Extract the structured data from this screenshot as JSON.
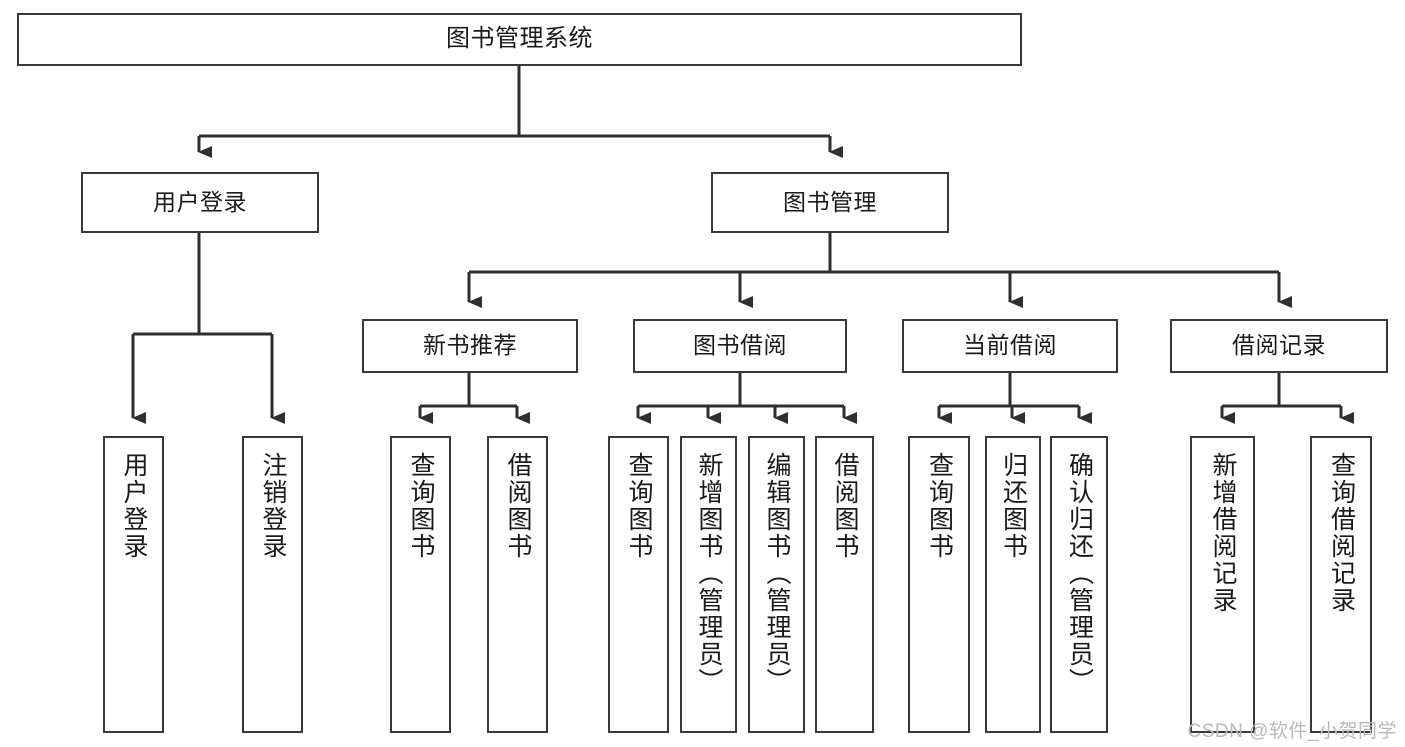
{
  "diagram": {
    "type": "tree-hierarchy",
    "title": "图书管理系统",
    "orientation": "top-down",
    "edge_style": "orthogonal-arrow",
    "colors": {
      "node_border": "#3a3a3a",
      "node_fill": "#ffffff",
      "connector": "#2f2f2f",
      "text": "#1a1a1a",
      "watermark": "#b9b9b9",
      "background": "#ffffff"
    },
    "root": {
      "label": "图书管理系统"
    },
    "level2": [
      {
        "label": "用户登录"
      },
      {
        "label": "图书管理"
      }
    ],
    "level3": [
      {
        "label": "新书推荐"
      },
      {
        "label": "图书借阅"
      },
      {
        "label": "当前借阅"
      },
      {
        "label": "借阅记录"
      }
    ],
    "leaves": [
      {
        "label": "用户登录",
        "parent": "用户登录"
      },
      {
        "label": "注销登录",
        "parent": "用户登录"
      },
      {
        "label": "查询图书",
        "parent": "新书推荐"
      },
      {
        "label": "借阅图书",
        "parent": "新书推荐"
      },
      {
        "label": "查询图书",
        "parent": "图书借阅"
      },
      {
        "label": "新增图书（管理员）",
        "parent": "图书借阅"
      },
      {
        "label": "编辑图书（管理员）",
        "parent": "图书借阅"
      },
      {
        "label": "借阅图书",
        "parent": "图书借阅"
      },
      {
        "label": "查询图书",
        "parent": "当前借阅"
      },
      {
        "label": "归还图书",
        "parent": "当前借阅"
      },
      {
        "label": "确认归还（管理员）",
        "parent": "当前借阅"
      },
      {
        "label": "新增借阅记录",
        "parent": "借阅记录"
      },
      {
        "label": "查询借阅记录",
        "parent": "借阅记录"
      }
    ],
    "watermark": "CSDN @软件_小贺同学"
  }
}
